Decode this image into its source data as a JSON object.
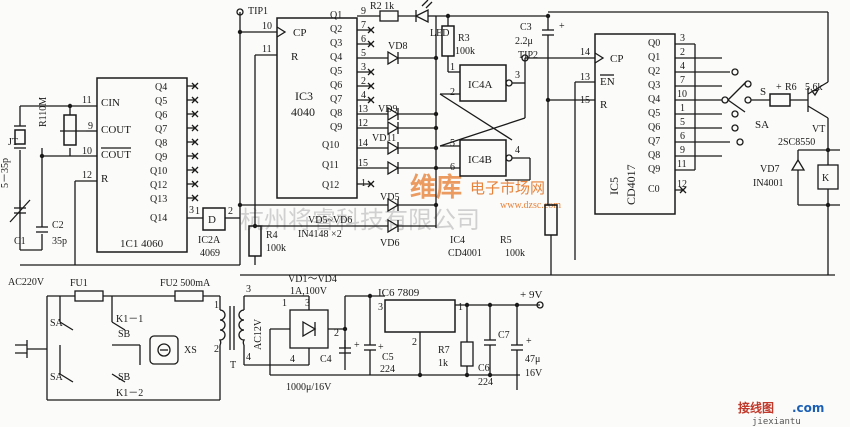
{
  "labels": {
    "ic1_name": "1C1 4060",
    "ic1_cin": "CIN",
    "ic1_cout": "COUT",
    "ic1_coutb": "COUT",
    "ic1_r": "R",
    "ic1_pins": [
      "11",
      "9",
      "10",
      "12"
    ],
    "ic1_q": [
      "Q4",
      "Q5",
      "Q6",
      "Q7",
      "Q8",
      "Q9",
      "Q10",
      "Q12",
      "Q13"
    ],
    "ic1_q14": "Q14",
    "ic1_q14_pin": "3",
    "jt": "JT",
    "r1": "R110M",
    "c1": "5－35p",
    "c1n": "C1",
    "c2": "C2",
    "c2v": "35p",
    "ic2": "IC2A",
    "ic2v": "4069",
    "ic2_in": "1",
    "ic2_out": "2",
    "d": "D",
    "tip1": "TIP1",
    "ic3_cp_pin": "10",
    "ic3_cp": "CP",
    "ic3_r_pin": "11",
    "ic3_r": "R",
    "ic3_name": "IC3",
    "ic3_num": "4040",
    "ic3_q": [
      "Q1",
      "Q2",
      "Q3",
      "Q4",
      "Q5",
      "Q6",
      "Q7",
      "Q8",
      "Q9",
      "Q10",
      "Q11",
      "Q12"
    ],
    "ic3_qpins": [
      "9",
      "7",
      "6",
      "5",
      "3",
      "2",
      "4",
      "13",
      "12",
      "14",
      "15",
      "1"
    ],
    "r2": "R2 1k",
    "led": "LED",
    "r3": "R3",
    "r3v": "100k",
    "vd8": "VD8",
    "vd9": "VD9",
    "vd11": "VD11",
    "vd5": "VD5",
    "vd6": "VD6",
    "vd_note": "VD5~VD6",
    "vd_type": "IN4148 ×2",
    "r4": "R4",
    "r4v": "100k",
    "ic4a": "IC4A",
    "ic4b": "IC4B",
    "ic4_pins": [
      "1",
      "2",
      "3",
      "5",
      "6",
      "4"
    ],
    "ic4": "IC4",
    "ic4v": "CD4001",
    "r5": "R5",
    "r5v": "100k",
    "c3": "C3",
    "c3v": "2.2μ",
    "tip2": "TIP2",
    "ic5_cp_pin": "14",
    "ic5_cp": "CP",
    "ic5_en_pin": "13",
    "ic5_en": "EN",
    "ic5_r_pin": "15",
    "ic5_r": "R",
    "ic5_name": "IC5",
    "ic5_num": "CD4017",
    "ic5_q": [
      "Q0",
      "Q1",
      "Q2",
      "Q3",
      "Q4",
      "Q5",
      "Q6",
      "Q7",
      "Q8",
      "Q9"
    ],
    "ic5_qpins": [
      "3",
      "2",
      "4",
      "7",
      "10",
      "1",
      "5",
      "6",
      "9",
      "11"
    ],
    "ic5_co": "C0",
    "ic5_co_pin": "12",
    "s": "S",
    "sa": "SA",
    "r6": "R6",
    "r6v": "5.6k",
    "vt": "VT",
    "vtv": "2SC8550",
    "vd7": "VD7",
    "vd7v": "IN4001",
    "ac": "AC220V",
    "fu1": "FU1",
    "fu2": "FU2 500mA",
    "sa1": "SA",
    "sa2": "SA",
    "k11": "K1－1",
    "k12": "K1－2",
    "sb1": "SB",
    "sb2": "SB",
    "xs": "XS",
    "t_label": "T",
    "t_sec": "AC12V",
    "t_pins": [
      "1",
      "2",
      "3",
      "4"
    ],
    "vd14": "VD1～VD4",
    "vd14v": "1A,100V",
    "br_pins": [
      "1",
      "2",
      "3",
      "4"
    ],
    "c4": "C4",
    "c4v": "1000μ/16V",
    "ic6": "IC6 7809",
    "ic6_pins": [
      "3",
      "2",
      "1"
    ],
    "c5": "C5",
    "c5v": "224",
    "r7": "R7",
    "r7v": "1k",
    "c6": "C6",
    "c6v": "224",
    "c7": "C7",
    "c7v": "47μ",
    "c7vv": "16V",
    "vcc": "+ 9V",
    "plus": "+",
    "watermark1": "杭州将睿科技有限公司",
    "watermark2": "维库",
    "watermark3": "电子市场网",
    "wm_small": "www.dzsc.com",
    "corner": "接线图",
    "corner_dot": ".com",
    "corner_url": "jiexiantu"
  }
}
